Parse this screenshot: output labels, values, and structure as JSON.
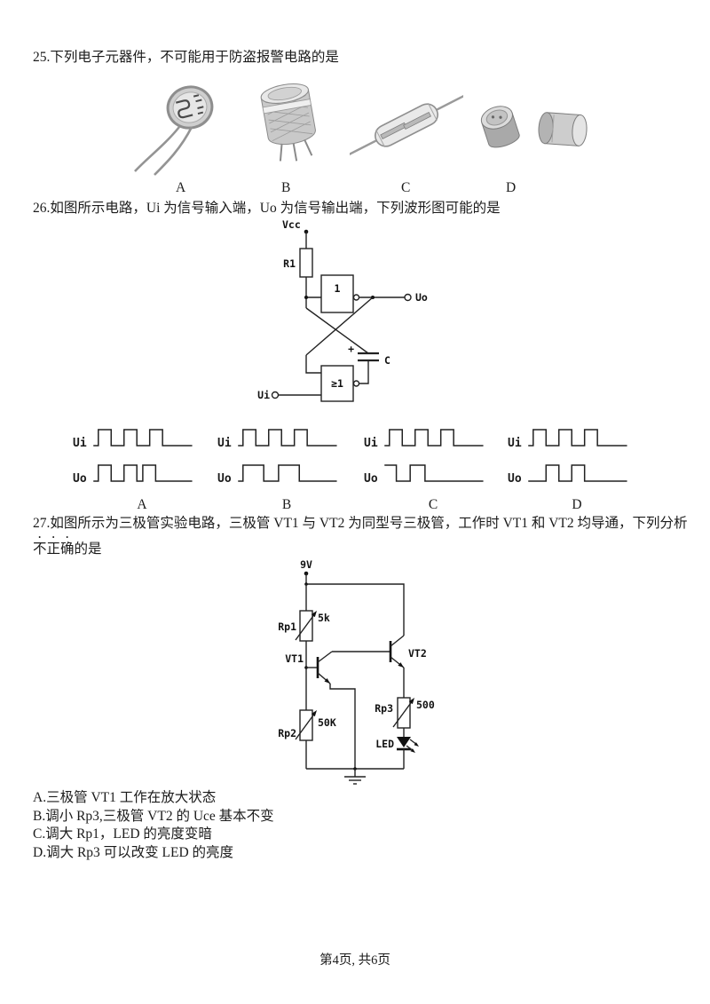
{
  "page": {
    "footer": "第4页, 共6页"
  },
  "q25": {
    "stem": "25.下列电子元器件，不可能用于防盗报警电路的是",
    "option_labels": [
      "A",
      "B",
      "C",
      "D"
    ]
  },
  "q26": {
    "stem": "26.如图所示电路，Ui 为信号输入端，Uo 为信号输出端，下列波形图可能的是",
    "circuit_labels": {
      "vcc": "Vcc",
      "r1": "R1",
      "gate1": "1",
      "gate2": "≥1",
      "cap_plus": "+",
      "cap": "C",
      "uo": "Uo",
      "ui": "Ui"
    },
    "waveforms": {
      "ui_label": "Ui",
      "uo_label": "Uo",
      "options": [
        {
          "label": "A",
          "ui": [
            [
              0,
              5
            ],
            [
              1,
              13
            ],
            [
              0,
              13
            ],
            [
              1,
              13
            ],
            [
              0,
              13
            ],
            [
              1,
              13
            ],
            [
              0,
              30
            ]
          ],
          "uo": [
            [
              0,
              5
            ],
            [
              1,
              13
            ],
            [
              0,
              13
            ],
            [
              1,
              13
            ],
            [
              0,
              6
            ],
            [
              1,
              13
            ],
            [
              0,
              37
            ]
          ]
        },
        {
          "label": "B",
          "ui": [
            [
              0,
              5
            ],
            [
              1,
              13
            ],
            [
              0,
              13
            ],
            [
              1,
              13
            ],
            [
              0,
              13
            ],
            [
              1,
              13
            ],
            [
              0,
              30
            ]
          ],
          "uo": [
            [
              0,
              5
            ],
            [
              1,
              21
            ],
            [
              0,
              15
            ],
            [
              1,
              21
            ],
            [
              0,
              38
            ]
          ]
        },
        {
          "label": "C",
          "ui": [
            [
              0,
              5
            ],
            [
              1,
              13
            ],
            [
              0,
              13
            ],
            [
              1,
              13
            ],
            [
              0,
              13
            ],
            [
              1,
              13
            ],
            [
              0,
              30
            ]
          ],
          "uo": [
            [
              1,
              12
            ],
            [
              0,
              14
            ],
            [
              1,
              15
            ],
            [
              0,
              59
            ]
          ]
        },
        {
          "label": "D",
          "ui": [
            [
              0,
              5
            ],
            [
              1,
              13
            ],
            [
              0,
              13
            ],
            [
              1,
              13
            ],
            [
              0,
              13
            ],
            [
              1,
              13
            ],
            [
              0,
              30
            ]
          ],
          "uo": [
            [
              0,
              18
            ],
            [
              1,
              13
            ],
            [
              0,
              13
            ],
            [
              1,
              13
            ],
            [
              0,
              43
            ]
          ]
        }
      ]
    }
  },
  "q27": {
    "stem_before": "27.如图所示为三极管实验电路，三极管 VT1 与 VT2 为同型号三极管，工作时 VT1 和 VT2 均导通，下列分析",
    "stem_emphasis": "不正确",
    "stem_after": "的是",
    "circuit_labels": {
      "supply": "9V",
      "rp1": "Rp1",
      "rp1_value": "5k",
      "vt1": "VT1",
      "vt2": "VT2",
      "rp2": "Rp2",
      "rp2_value": "50K",
      "rp3": "Rp3",
      "rp3_value": "500",
      "led": "LED"
    },
    "choices": [
      "A.三极管 VT1 工作在放大状态",
      "B.调小 Rp3,三极管 VT2 的 Uce 基本不变",
      "C.调大 Rp1，LED 的亮度变暗",
      "D.调大 Rp3 可以改变 LED 的亮度"
    ]
  }
}
